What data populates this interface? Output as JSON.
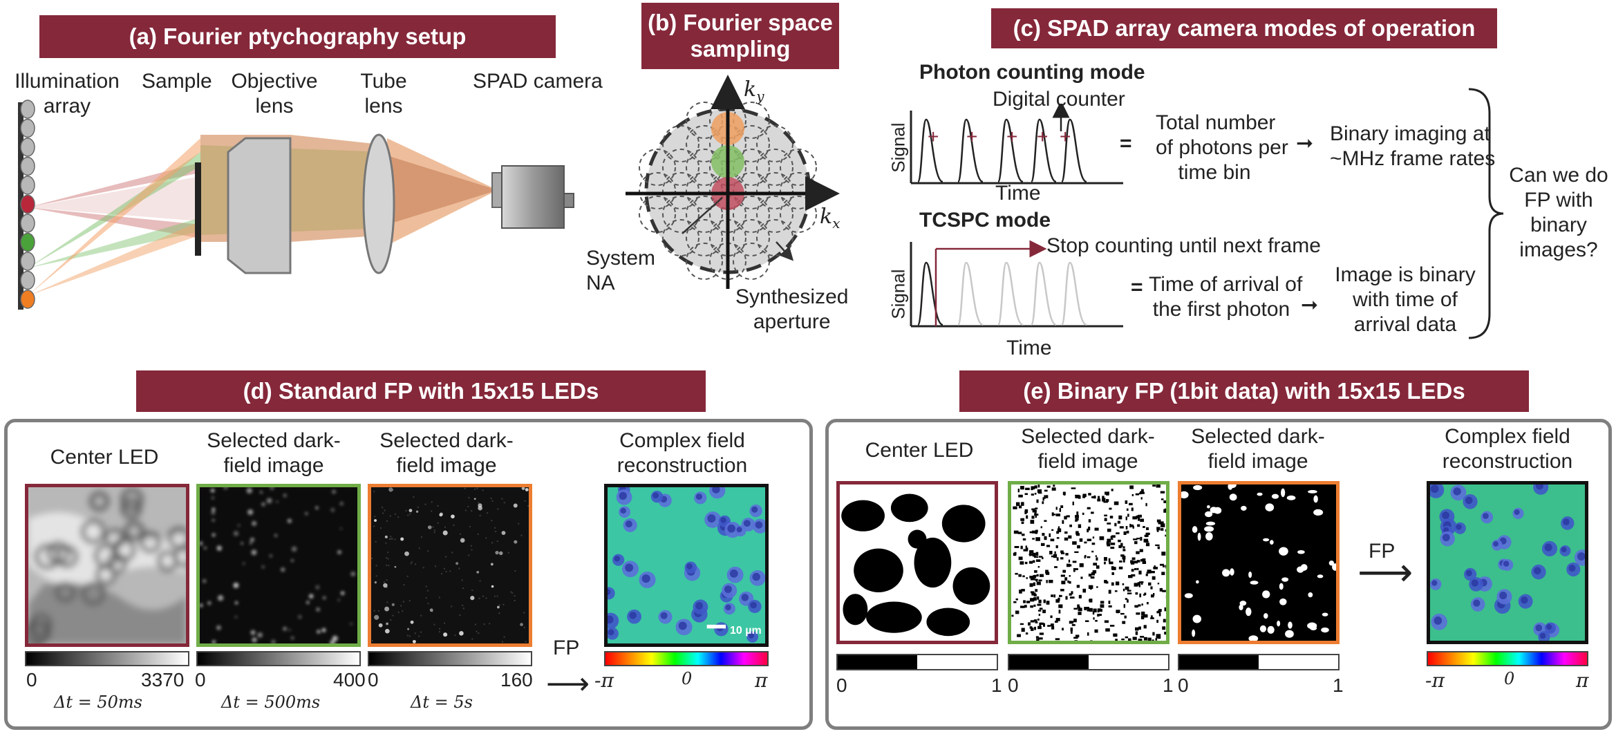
{
  "panel_a": {
    "title": "(a) Fourier ptychography setup",
    "labels": {
      "illum_1": "Illumination",
      "illum_2": "array",
      "sample": "Sample",
      "objective_1": "Objective",
      "objective_2": "lens",
      "tube_1": "Tube",
      "tube_2": "lens",
      "camera": "SPAD camera"
    },
    "led_colors": [
      "#b8b8b8",
      "#b8b8b8",
      "#b8b8b8",
      "#b8b8b8",
      "#b8b8b8",
      "#b8273a",
      "#b8b8b8",
      "#4aa23a",
      "#b8b8b8",
      "#b8b8b8",
      "#ef7d22"
    ]
  },
  "panel_b": {
    "title_1": "(b) Fourier space",
    "title_2": "sampling",
    "ky": "k",
    "ky_sub": "y",
    "kx": "k",
    "kx_sub": "x",
    "system_1": "System",
    "system_2": "NA",
    "synth_1": "Synthesized",
    "synth_2": "aperture"
  },
  "panel_c": {
    "title": "(c) SPAD array camera modes of operation",
    "photon_mode": "Photon counting mode",
    "digital_counter": "Digital counter",
    "signal": "Signal",
    "time": "Time",
    "plus": "+",
    "equals": "=",
    "total_1": "Total number",
    "total_2": "of photons per",
    "total_3": "time bin",
    "binary_1": "Binary imaging at",
    "binary_2": "~MHz frame rates",
    "tcspc_mode": "TCSPC mode",
    "stop_counting": "Stop counting until next frame",
    "arrival_1": "Time of arrival of",
    "arrival_2": "the first photon",
    "image_1": "Image is binary",
    "image_2": "with time of",
    "image_3": "arrival data",
    "question_1": "Can we do",
    "question_2": "FP with",
    "question_3": "binary",
    "question_4": "images?"
  },
  "panel_d": {
    "title": "(d) Standard FP with 15x15 LEDs",
    "center_led": "Center LED",
    "dark1_1": "Selected dark-",
    "dark1_2": "field image",
    "dark2_1": "Selected dark-",
    "dark2_2": "field image",
    "complex_1": "Complex field",
    "complex_2": "reconstruction",
    "scale_bar": "10 µm",
    "fp": "FP",
    "cbar1_min": "0",
    "cbar1_max": "3370",
    "dt1": "Δt = 50ms",
    "cbar2_min": "0",
    "cbar2_max": "400",
    "dt2": "Δt = 500ms",
    "cbar3_min": "0",
    "cbar3_max": "160",
    "dt3": "Δt = 5s",
    "phase_min": "-π",
    "phase_mid": "0",
    "phase_max": "π",
    "border_colors": {
      "center": "#85283a",
      "dark1": "#70ad47",
      "dark2": "#ed7d31"
    }
  },
  "panel_e": {
    "title": "(e) Binary FP (1bit data) with 15x15 LEDs",
    "center_led": "Center LED",
    "dark1_1": "Selected dark-",
    "dark1_2": "field image",
    "dark2_1": "Selected dark-",
    "dark2_2": "field image",
    "complex_1": "Complex field",
    "complex_2": "reconstruction",
    "fp": "FP",
    "cbar1_min": "0",
    "cbar1_max": "1",
    "cbar2_min": "0",
    "cbar2_max": "1",
    "cbar3_min": "0",
    "cbar3_max": "1",
    "phase_min": "-π",
    "phase_mid": "0",
    "phase_max": "π"
  }
}
